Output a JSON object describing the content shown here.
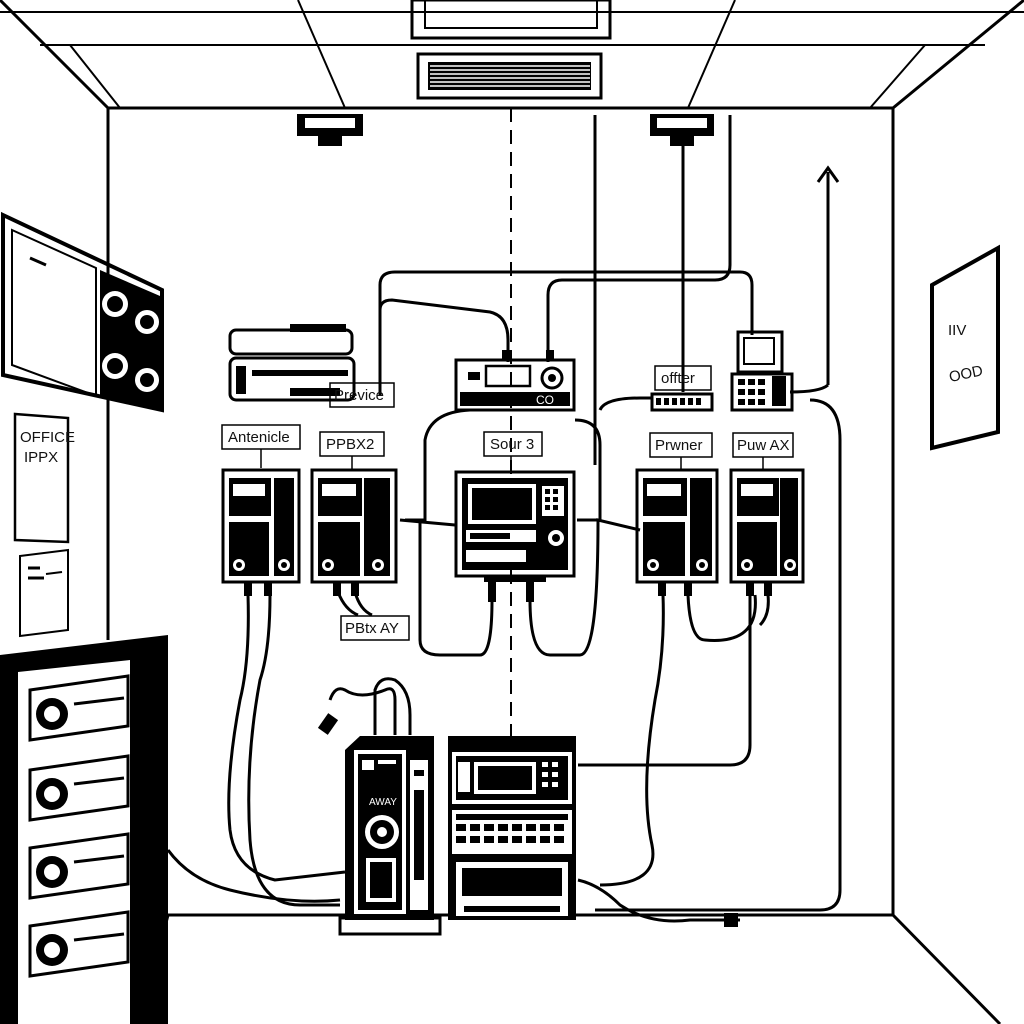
{
  "labels": {
    "office_sign_line1": "OFFICE",
    "office_sign_line2": "IPPX",
    "poster_line1": "IIV",
    "poster_line2": "OOD",
    "antenicle": "Antenicle",
    "previce": "Previce",
    "pbx2": "PPBX2",
    "sour3": "Sour 3",
    "offter": "offter",
    "prwner": "Prwner",
    "puwax": "Puw AX",
    "pbtxay": "PBtx AY",
    "co": "CO",
    "tower_label": "AWAY"
  },
  "colors": {
    "ink": "#000000",
    "paper": "#ffffff"
  }
}
